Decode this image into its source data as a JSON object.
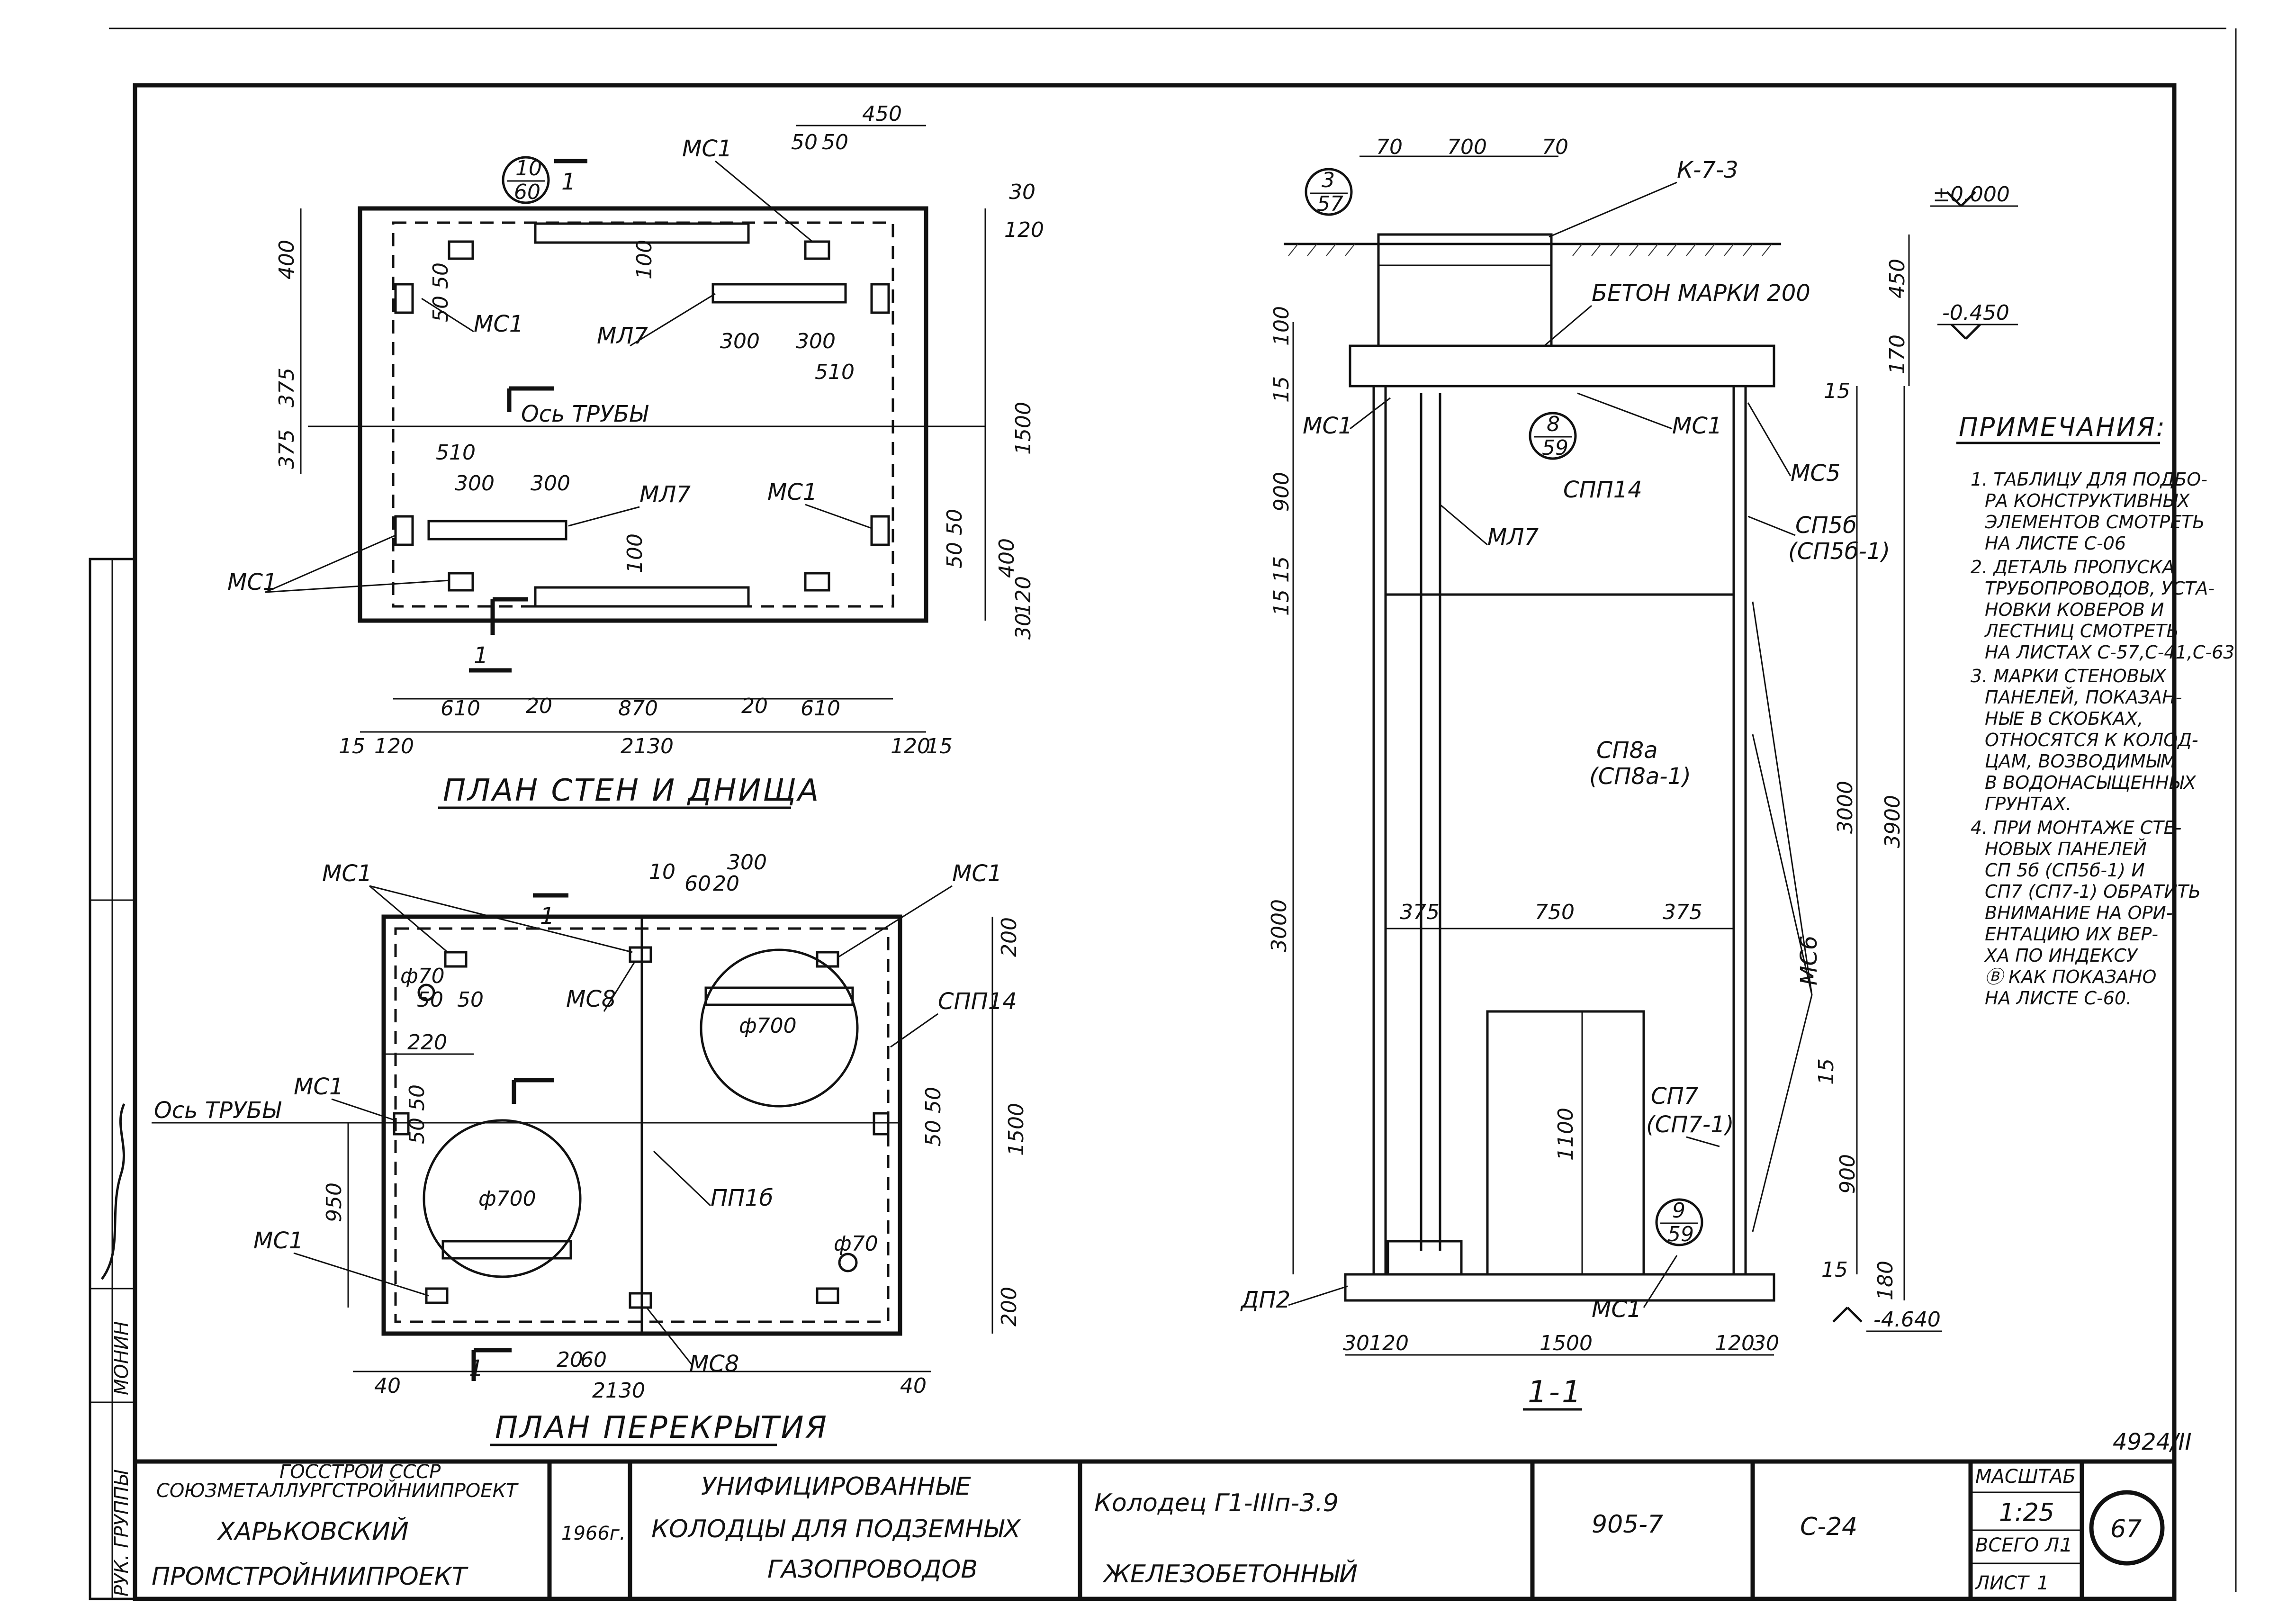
{
  "plan_walls": {
    "title": "ПЛАН СТЕН И ДНИЩА",
    "section_mark": "1",
    "ref_top": "10",
    "ref_bottom": "60",
    "pipe_axis": "Ось ТРУБЫ",
    "labels": [
      "МС1",
      "МС1",
      "МС1",
      "МС1",
      "МЛ7",
      "МЛ7"
    ],
    "dims_top": [
      "450",
      "50",
      "50",
      "30",
      "120"
    ],
    "dims_left": [
      "400",
      "375",
      "375"
    ],
    "dims_right": [
      "1500",
      "400",
      "120",
      "30"
    ],
    "dims_inner": [
      "100",
      "300",
      "300",
      "510",
      "510",
      "300",
      "300",
      "100",
      "50",
      "50",
      "50",
      "50"
    ],
    "dims_bottom": [
      "610",
      "20",
      "870",
      "20",
      "610",
      "15",
      "120",
      "2130",
      "120",
      "15"
    ]
  },
  "plan_slab": {
    "title": "ПЛАН ПЕРЕКРЫТИЯ",
    "section_mark": "1",
    "pipe_axis": "Ось ТРУБЫ",
    "labels": [
      "МС1",
      "МС1",
      "МС1",
      "МС1",
      "МС8",
      "МС8",
      "СПП14",
      "ПП1б"
    ],
    "hole_diameter": "ф700",
    "small_hole": "ф70",
    "dims_top": [
      "10",
      "300",
      "60",
      "20",
      "200"
    ],
    "dims_left": [
      "220",
      "950",
      "50",
      "50",
      "50",
      "50"
    ],
    "dims_right": [
      "1500",
      "50",
      "50",
      "200"
    ],
    "dims_bottom": [
      "40",
      "20",
      "60",
      "2130",
      "40"
    ]
  },
  "section": {
    "title": "1-1",
    "refs": [
      {
        "top": "3",
        "bottom": "57"
      },
      {
        "top": "8",
        "bottom": "59"
      },
      {
        "top": "9",
        "bottom": "59"
      }
    ],
    "labels": [
      "К-7-3",
      "БЕТОН МАРКИ 200",
      "МС1",
      "МС1",
      "МС1",
      "МС5",
      "МС6",
      "СПП14",
      "МЛ7",
      "СП5б",
      "(СП5б-1)",
      "СП8а",
      "(СП8а-1)",
      "СП7",
      "(СП7-1)",
      "ДП2"
    ],
    "levels": [
      "±0.000",
      "-0.450",
      "-4.640"
    ],
    "dims_top": [
      "70",
      "700",
      "70"
    ],
    "dims_left": [
      "100",
      "15",
      "900",
      "15",
      "15",
      "3000"
    ],
    "dims_right": [
      "450",
      "170",
      "15",
      "3000",
      "3900",
      "15",
      "900",
      "15",
      "180"
    ],
    "dims_inner": [
      "375",
      "750",
      "375",
      "1100"
    ],
    "dims_bottom": [
      "30",
      "120",
      "1500",
      "120",
      "30"
    ]
  },
  "notes": {
    "heading": "ПРИМЕЧАНИЯ:",
    "items": [
      "1. ТАБЛИЦУ ДЛЯ ПОДБО-",
      "РА КОНСТРУКТИВНЫХ",
      "ЭЛЕМЕНТОВ СМОТРЕТЬ",
      "НА ЛИСТЕ С-06",
      "2. ДЕТАЛЬ ПРОПУСКА",
      "ТРУБОПРОВОДОВ, УСТА-",
      "НОВКИ КОВЕРОВ И",
      "ЛЕСТНИЦ СМОТРЕТЬ",
      "НА ЛИСТАХ С-57,С-41,С-63",
      "3. МАРКИ СТЕНОВЫХ",
      "ПАНЕЛЕЙ, ПОКАЗАН-",
      "НЫЕ В СКОБКАХ,",
      "ОТНОСЯТСЯ К КОЛОД-",
      "ЦАМ, ВОЗВОДИМЫМ",
      "В ВОДОНАСЫЩЕННЫХ",
      "ГРУНТАХ.",
      "4. ПРИ МОНТАЖЕ СТЕ-",
      "НОВЫХ ПАНЕЛЕЙ",
      "СП 5б (СП5б-1) И",
      "СП7 (СП7-1) ОБРАТИТЬ",
      "ВНИМАНИЕ НА ОРИ-",
      "ЕНТАЦИЮ ИХ ВЕР-",
      "ХА ПО ИНДЕКСУ",
      "Ⓑ КАК ПОКАЗАНО",
      "НА ЛИСТЕ С-60."
    ]
  },
  "side_stamp": {
    "role1": "РУК. ГРУППЫ",
    "name1": "МОНИН"
  },
  "sheet_code": "4924/II",
  "title_block": {
    "org1": "ГОССТРОЙ СССР",
    "org2": "СОЮЗМЕТАЛЛУРГСТРОЙНИИПРОЕКТ",
    "org3": "ХАРЬКОВСКИЙ",
    "org4": "ПРОМСТРОЙНИИПРОЕКТ",
    "year": "1966г.",
    "series1": "УНИФИЦИРОВАННЫЕ",
    "series2": "КОЛОДЦЫ ДЛЯ ПОДЗЕМНЫХ",
    "series3": "ГАЗОПРОВОДОВ",
    "item1": "Колодец Г1-IIIп-3.9",
    "item2": "ЖЕЛЕЗОБЕТОННЫЙ",
    "project": "905-7",
    "sheet": "С-24",
    "scale_label": "МАСШТАБ",
    "scale": "1:25",
    "total_label": "ВСЕГО Л.",
    "total": "1",
    "sheet_label": "ЛИСТ",
    "sheet_no": "1",
    "page": "67"
  }
}
